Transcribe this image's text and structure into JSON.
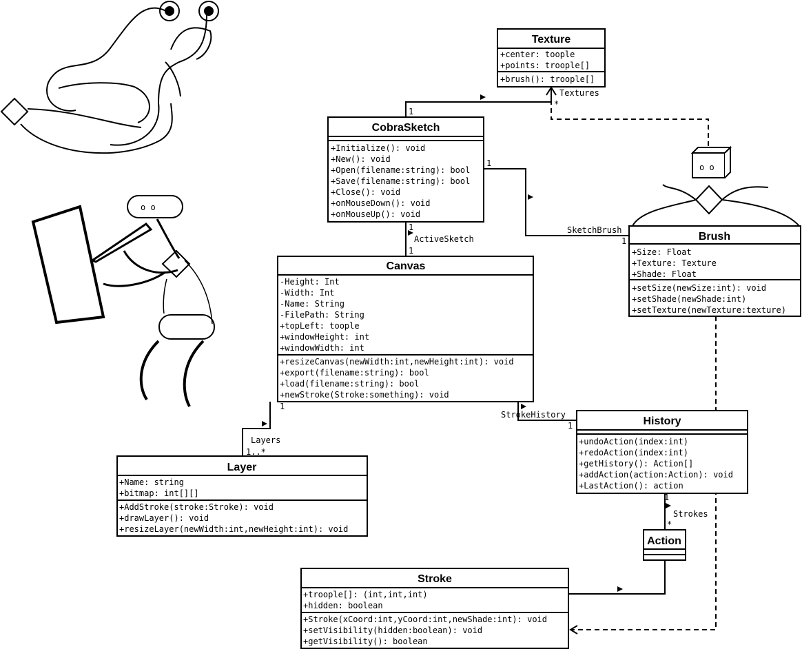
{
  "classes": {
    "texture": {
      "name": "Texture",
      "attributes": [
        "+center: toople",
        "+points: troople[]"
      ],
      "methods": [
        "+brush(): troople[]"
      ]
    },
    "cobrasketch": {
      "name": "CobraSketch",
      "attributes": [],
      "methods": [
        "+Initialize(): void",
        "+New(): void",
        "+Open(filename:string): bool",
        "+Save(filename:string): bool",
        "+Close(): void",
        "+onMouseDown(): void",
        "+onMouseUp(): void"
      ]
    },
    "canvas": {
      "name": "Canvas",
      "attributes": [
        "-Height: Int",
        "-Width: Int",
        "-Name: String",
        "-FilePath: String",
        "+topLeft: toople",
        "+windowHeight: int",
        "+windowWidth: int"
      ],
      "methods": [
        "+resizeCanvas(newWidth:int,newHeight:int): void",
        "+export(filename:string): bool",
        "+load(filename:string): bool",
        "+newStroke(Stroke:something): void"
      ]
    },
    "brush": {
      "name": "Brush",
      "attributes": [
        "+Size: Float",
        "+Texture: Texture",
        "+Shade: Float"
      ],
      "methods": [
        "+setSize(newSize:int): void",
        "+setShade(newShade:int)",
        "+setTexture(newTexture:texture)"
      ]
    },
    "history": {
      "name": "History",
      "attributes": [],
      "methods": [
        "+undoAction(index:int)",
        "+redoAction(index:int)",
        "+getHistory(): Action[]",
        "+addAction(action:Action): void",
        "+LastAction(): action"
      ]
    },
    "layer": {
      "name": "Layer",
      "attributes": [
        "+Name: string",
        "+bitmap: int[][]"
      ],
      "methods": [
        "+AddStroke(stroke:Stroke): void",
        "+drawLayer(): void",
        "+resizeLayer(newWidth:int,newHeight:int): void"
      ]
    },
    "action": {
      "name": "Action",
      "attributes": [],
      "methods": []
    },
    "stroke": {
      "name": "Stroke",
      "attributes": [
        "+troople[]: (int,int,int)",
        "+hidden: boolean"
      ],
      "methods": [
        "+Stroke(xCoord:int,yCoord:int,newShade:int): void",
        "+setVisibility(hidden:boolean): void",
        "+getVisibility(): boolean"
      ]
    }
  },
  "associations": {
    "textures": {
      "name": "Textures",
      "mult_source": "1",
      "mult_target": "*"
    },
    "sketch_brush": {
      "name": "SketchBrush",
      "mult_source": "1",
      "mult_target": "1"
    },
    "active_sketch": {
      "name": "ActiveSketch",
      "mult_source": "1",
      "mult_target": "1"
    },
    "layers": {
      "name": "Layers",
      "mult_source": "1",
      "mult_target": "1..*"
    },
    "stroke_history": {
      "name": "StrokeHistory",
      "mult_source": "1",
      "mult_target": "1"
    },
    "strokes": {
      "name": "Strokes",
      "mult_source": "1",
      "mult_target": "*"
    }
  },
  "doodles": {
    "robot_face_left": "o o",
    "robot_face_right": "o o"
  }
}
